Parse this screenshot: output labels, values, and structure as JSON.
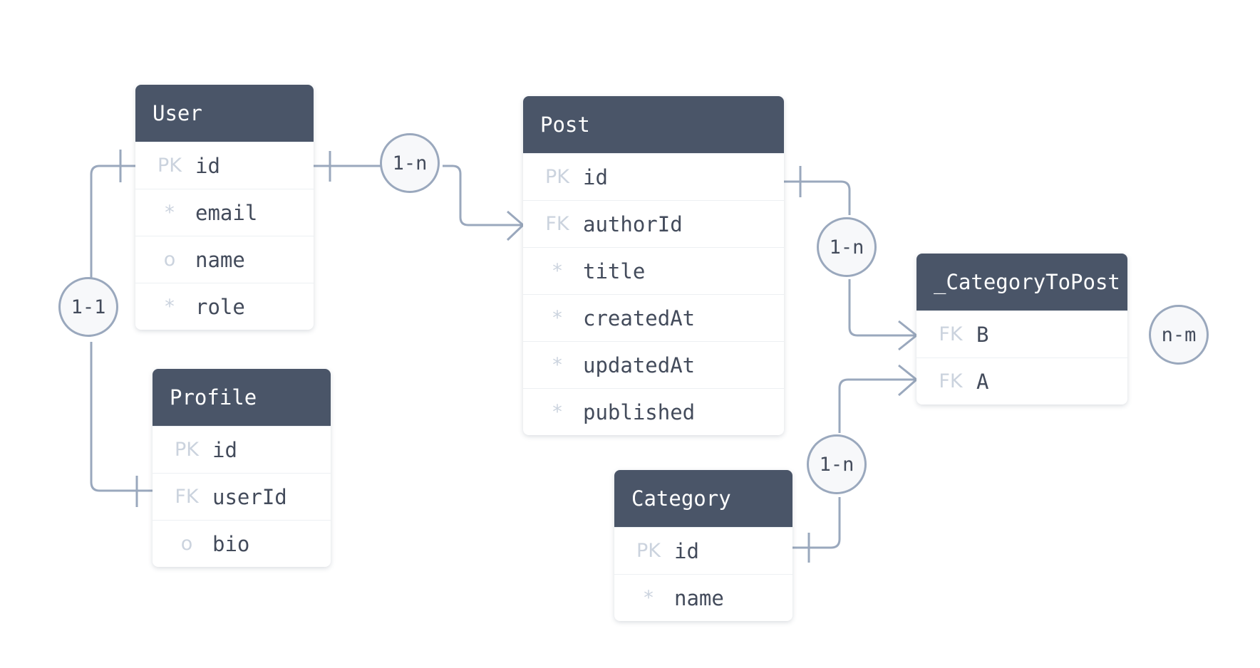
{
  "entities": {
    "user": {
      "name": "User",
      "fields": [
        {
          "marker": "PK",
          "name": "id"
        },
        {
          "marker": "*",
          "name": "email"
        },
        {
          "marker": "o",
          "name": "name"
        },
        {
          "marker": "*",
          "name": "role"
        }
      ]
    },
    "profile": {
      "name": "Profile",
      "fields": [
        {
          "marker": "PK",
          "name": "id"
        },
        {
          "marker": "FK",
          "name": "userId"
        },
        {
          "marker": "o",
          "name": "bio"
        }
      ]
    },
    "post": {
      "name": "Post",
      "fields": [
        {
          "marker": "PK",
          "name": "id"
        },
        {
          "marker": "FK",
          "name": "authorId"
        },
        {
          "marker": "*",
          "name": "title"
        },
        {
          "marker": "*",
          "name": "createdAt"
        },
        {
          "marker": "*",
          "name": "updatedAt"
        },
        {
          "marker": "*",
          "name": "published"
        }
      ]
    },
    "category_to_post": {
      "name": "_CategoryToPost",
      "fields": [
        {
          "marker": "FK",
          "name": "B"
        },
        {
          "marker": "FK",
          "name": "A"
        }
      ]
    },
    "category": {
      "name": "Category",
      "fields": [
        {
          "marker": "PK",
          "name": "id"
        },
        {
          "marker": "*",
          "name": "name"
        }
      ]
    }
  },
  "relations": {
    "user_profile": "1-1",
    "user_post": "1-n",
    "post_category_to_post": "1-n",
    "category_category_to_post": "1-n",
    "category_post": "n-m"
  },
  "colors": {
    "header_bg": "#4a5568",
    "header_text": "#ffffff",
    "connector": "#9aa8bd",
    "field_text": "#434b5b",
    "marker_text": "#cbd3de",
    "badge_bg": "#f7f8fa"
  }
}
